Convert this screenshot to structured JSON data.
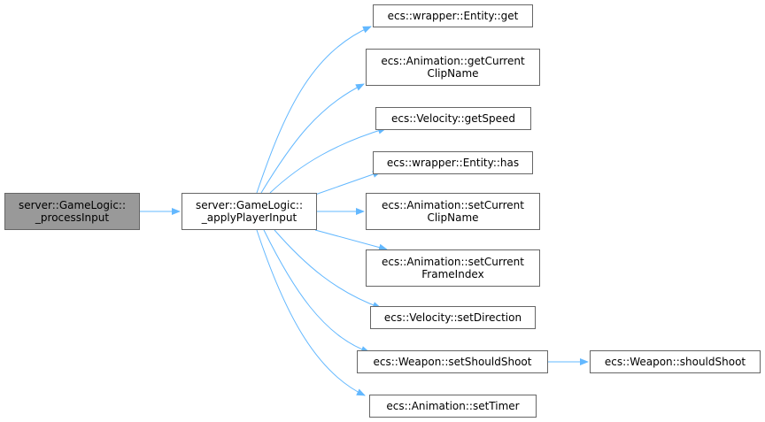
{
  "colors": {
    "edge": "#63b8ff",
    "node_border": "#666666",
    "active_fill": "#999999",
    "node_fill": "#ffffff"
  },
  "nodes": {
    "process_input": {
      "line1": "server::GameLogic::",
      "line2": "_processInput"
    },
    "apply_player_input": {
      "line1": "server::GameLogic::",
      "line2": "_applyPlayerInput"
    },
    "entity_get": {
      "line1": "ecs::wrapper::Entity::get"
    },
    "anim_get_clip": {
      "line1": "ecs::Animation::getCurrent",
      "line2": "ClipName"
    },
    "velocity_get_speed": {
      "line1": "ecs::Velocity::getSpeed"
    },
    "entity_has": {
      "line1": "ecs::wrapper::Entity::has"
    },
    "anim_set_clip": {
      "line1": "ecs::Animation::setCurrent",
      "line2": "ClipName"
    },
    "anim_set_frame": {
      "line1": "ecs::Animation::setCurrent",
      "line2": "FrameIndex"
    },
    "velocity_set_direction": {
      "line1": "ecs::Velocity::setDirection"
    },
    "weapon_set_should_shoot": {
      "line1": "ecs::Weapon::setShouldShoot"
    },
    "weapon_should_shoot": {
      "line1": "ecs::Weapon::shouldShoot"
    },
    "anim_set_timer": {
      "line1": "ecs::Animation::setTimer"
    }
  }
}
